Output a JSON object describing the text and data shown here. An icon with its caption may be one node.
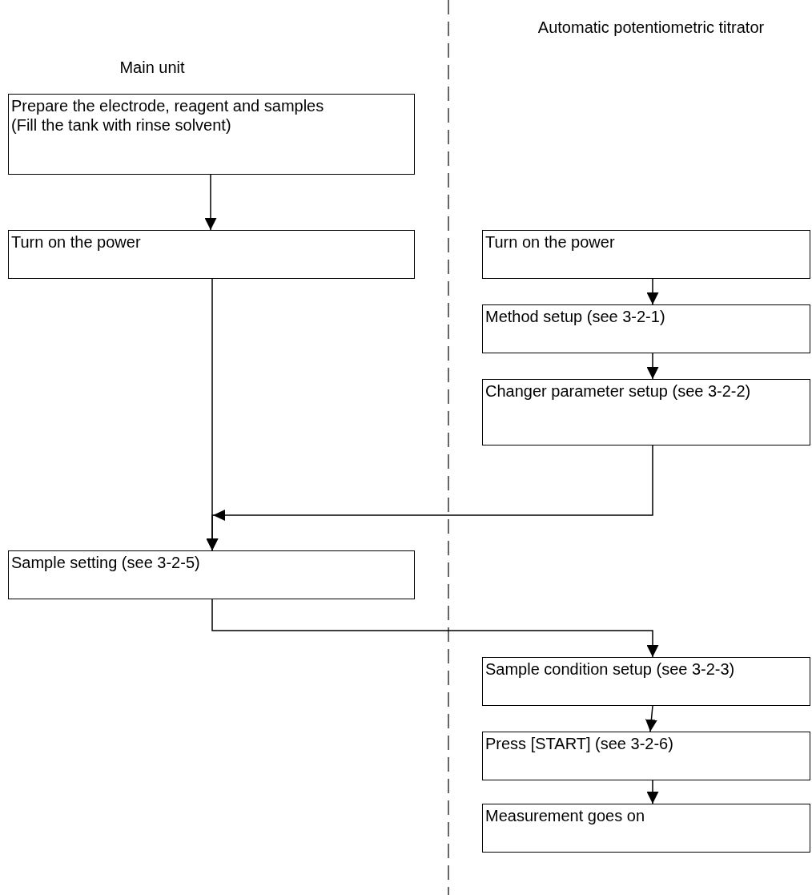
{
  "diagram": {
    "nodes": [
      {
        "text": [
          "Prepare the electrode, reagent and samples",
          "(Fill the tank with rinse solvent)"
        ]
      },
      {
        "text": [
          "Turn on the power"
        ]
      },
      {
        "text": [
          "Turn on the power"
        ]
      },
      {
        "text": [
          "Method setup (see 3-2-1)"
        ]
      },
      {
        "text": [
          "Changer parameter setup (see 3-2-2)"
        ]
      },
      {
        "text": [
          "Sample setting (see 3-2-5)"
        ]
      },
      {
        "text": [
          "Sample condition setup (see 3-2-3)"
        ]
      },
      {
        "text": [
          "Press [START] (see 3-2-6)"
        ]
      },
      {
        "text": [
          "Measurement goes on"
        ]
      }
    ],
    "edges": [
      {
        "from": 0,
        "to": 1,
        "arrow": "to"
      },
      {
        "from": 1,
        "to": 5,
        "arrow": "to"
      },
      {
        "from": 2,
        "to": 3,
        "arrow": "to"
      },
      {
        "from": 3,
        "to": 4,
        "arrow": "to"
      },
      {
        "from": 4,
        "to": 5,
        "arrow": "to"
      },
      {
        "from": 5,
        "to": 6,
        "arrow": "to"
      },
      {
        "from": 6,
        "to": 7,
        "arrow": "to"
      },
      {
        "from": 7,
        "to": 8,
        "arrow": "to"
      }
    ],
    "labels": [
      "Main unit",
      "Automatic potentiometric titrator"
    ]
  }
}
